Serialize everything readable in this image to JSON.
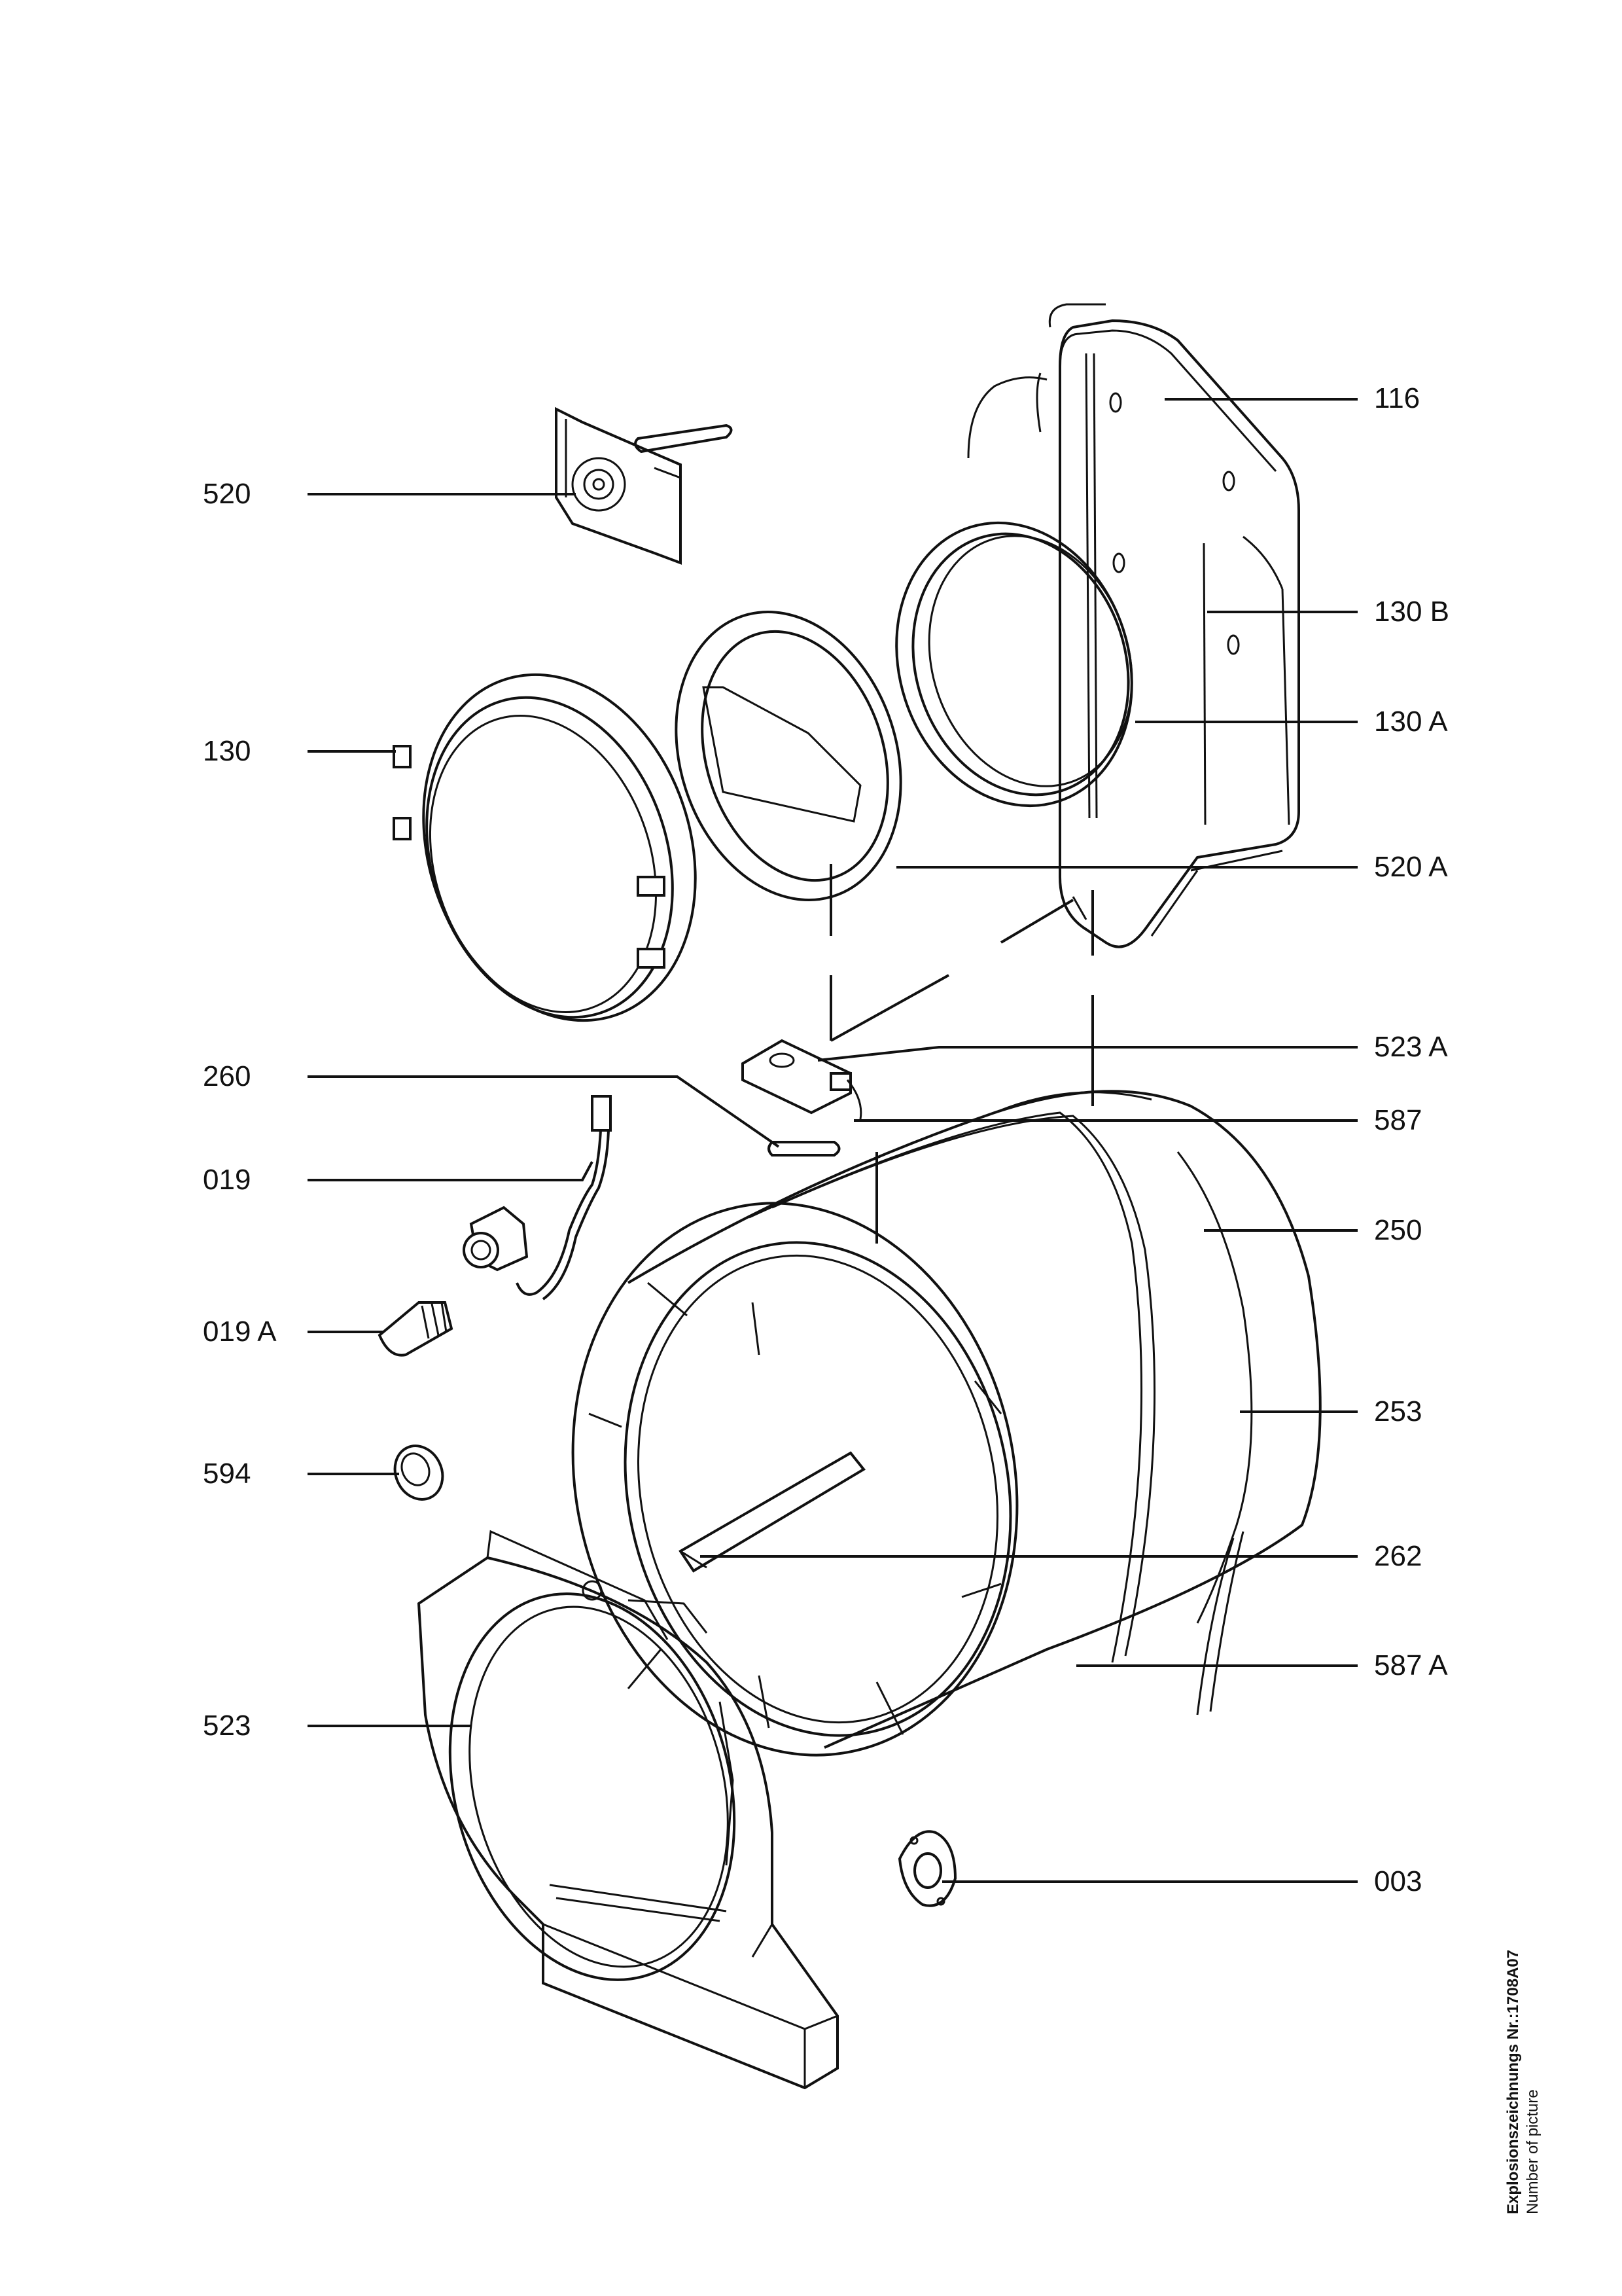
{
  "parts": [
    {
      "id": "116",
      "label": "116"
    },
    {
      "id": "520",
      "label": "520"
    },
    {
      "id": "130-b",
      "label": "130 B"
    },
    {
      "id": "130-a",
      "label": "130 A"
    },
    {
      "id": "130",
      "label": "130"
    },
    {
      "id": "520-a",
      "label": "520 A"
    },
    {
      "id": "523-a",
      "label": "523 A"
    },
    {
      "id": "260",
      "label": "260"
    },
    {
      "id": "587",
      "label": "587"
    },
    {
      "id": "019",
      "label": "019"
    },
    {
      "id": "250",
      "label": "250"
    },
    {
      "id": "019-a",
      "label": "019 A"
    },
    {
      "id": "253",
      "label": "253"
    },
    {
      "id": "594",
      "label": "594"
    },
    {
      "id": "262",
      "label": "262"
    },
    {
      "id": "587-a",
      "label": "587 A"
    },
    {
      "id": "523",
      "label": "523"
    },
    {
      "id": "003",
      "label": "003"
    }
  ],
  "footer": {
    "drawing_number": "Explosionszeichnungs Nr.:1708A07",
    "picture_caption": "Number of picture"
  }
}
